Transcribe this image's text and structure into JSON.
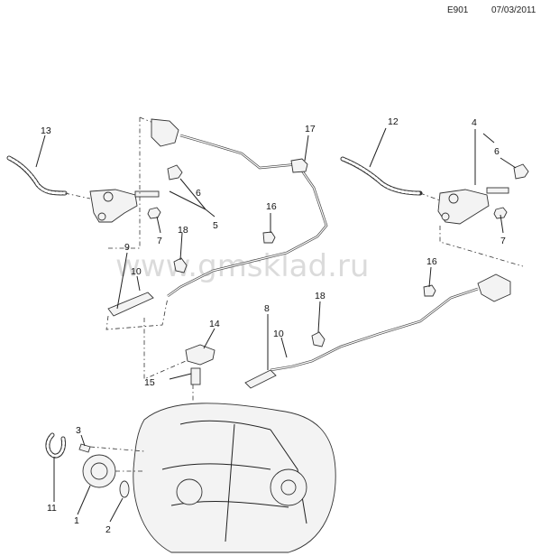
{
  "header": {
    "diagram_code": "E901",
    "date": "07/03/2011"
  },
  "watermark": "www.gmsklad.ru",
  "callouts": {
    "c1": "1",
    "c2": "2",
    "c3": "3",
    "c4": "4",
    "c5": "5",
    "c6a": "6",
    "c6b": "6",
    "c7a": "7",
    "c7b": "7",
    "c8": "8",
    "c9": "9",
    "c10a": "10",
    "c10b": "10",
    "c11": "11",
    "c12": "12",
    "c13": "13",
    "c14": "14",
    "c15": "15",
    "c16a": "16",
    "c16b": "16",
    "c17": "17",
    "c18a": "18",
    "c18b": "18"
  }
}
